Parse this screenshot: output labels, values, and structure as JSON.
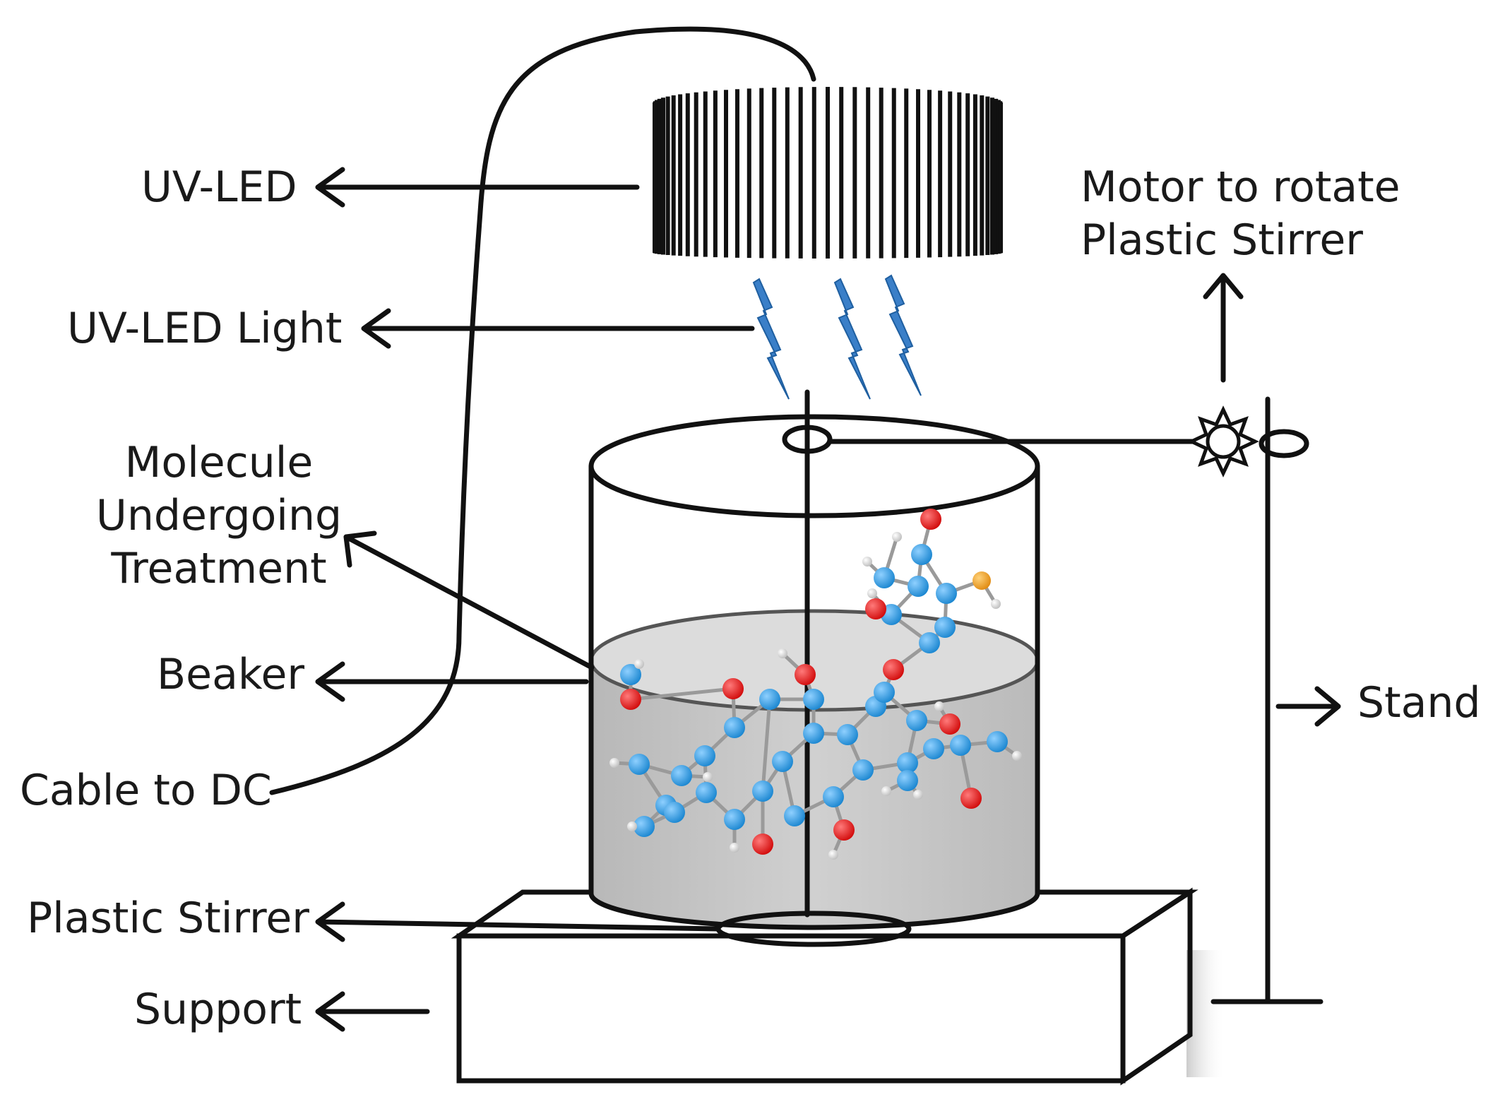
{
  "labels": {
    "uv_led": "UV-LED",
    "uv_led_light": "UV-LED Light",
    "molecule_line1": "Molecule",
    "molecule_line2": "Undergoing",
    "molecule_line3": "Treatment",
    "beaker": "Beaker",
    "cable": "Cable to DC",
    "plastic_stirrer": "Plastic Stirrer",
    "support": "Support",
    "motor_line1": "Motor to rotate",
    "motor_line2": "Plastic Stirrer",
    "stand": "Stand"
  },
  "colors": {
    "line": "#111111",
    "lightning": "#3a7fc8",
    "liquid": "#c9c9c9",
    "atom_carbon": "#2f9be0",
    "atom_oxygen": "#e01515",
    "atom_hydrogen": "#e8e8e8",
    "atom_sulfur": "#f0a020"
  }
}
